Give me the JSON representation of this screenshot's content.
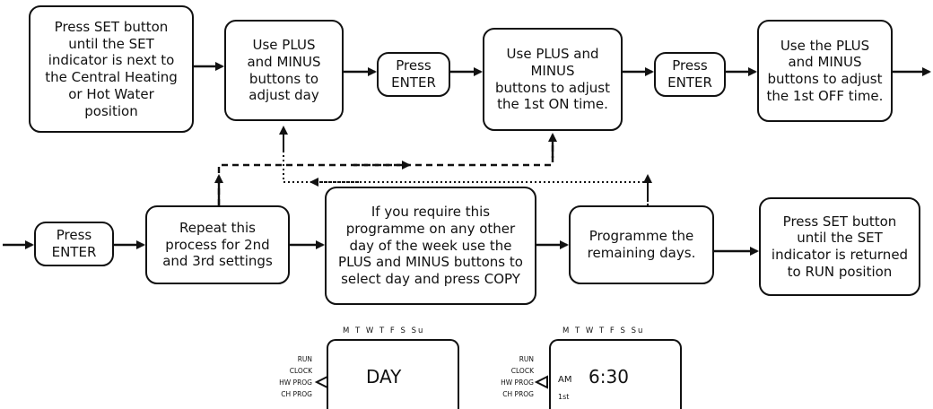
{
  "flow": {
    "b1": "Press SET button\nuntil the SET\nindicator is next to\nthe Central Heating\nor Hot Water\nposition",
    "b2": "Use PLUS\nand MINUS\nbuttons to\nadjust day",
    "b3": "Press\nENTER",
    "b4": "Use PLUS and\nMINUS\nbuttons to adjust\nthe 1st ON  time.",
    "b5": "Press\nENTER",
    "b6": "Use the PLUS\nand MINUS\nbuttons to adjust\nthe 1st OFF time.",
    "b7": "Press\nENTER",
    "b8": "Repeat this\nprocess for 2nd\nand 3rd settings",
    "b9": "If you require this\nprogramme on any other\nday of the week use the\nPLUS and MINUS buttons to\nselect day and press COPY",
    "b10": "Programme the\nremaining days.",
    "b11": "Press SET button\nuntil the SET\nindicator is returned\nto RUN position"
  },
  "display": {
    "days": "M T W T F S Su",
    "modes": [
      "RUN",
      "CLOCK",
      "HW PROG",
      "CH PROG"
    ],
    "screen1_text": "DAY",
    "screen2_time": "6:30",
    "screen2_ampm": "AM",
    "screen2_setting": "1st"
  }
}
